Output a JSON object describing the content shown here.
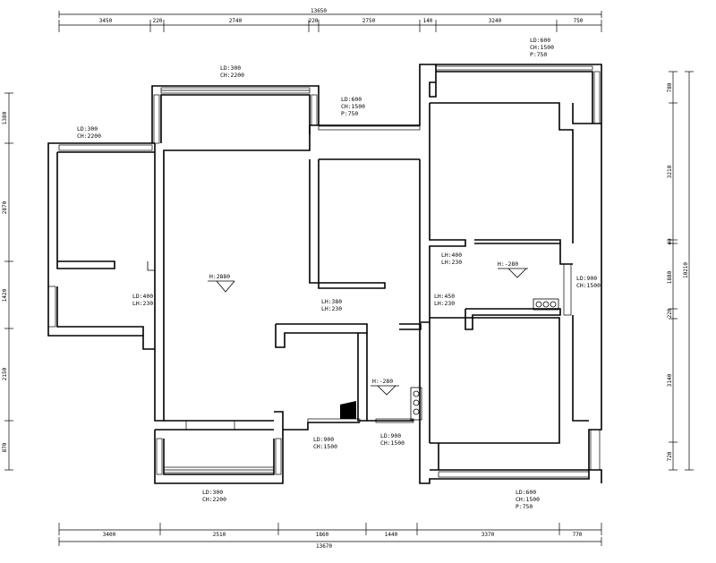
{
  "dimensions": {
    "top_overall": "13650",
    "top_segments": [
      "3450",
      "220",
      "2740",
      "220",
      "2750",
      "140",
      "3240",
      "750"
    ],
    "bottom_overall": "13670",
    "bottom_segments": [
      "3400",
      "2510",
      "1860",
      "1440",
      "3370",
      "770"
    ],
    "left_segments": [
      "1380",
      "2870",
      "1420",
      "2150",
      "870"
    ],
    "right_overall": "10210",
    "right_segments": [
      "780",
      "3210",
      "40",
      "1880",
      "220",
      "3140",
      "720"
    ]
  },
  "labels": {
    "top_balcony_left": [
      "LD:300",
      "CH:2200"
    ],
    "top_window_mid": [
      "LD:600",
      "CH:1500",
      "P:750"
    ],
    "top_bay_right": [
      "LD:600",
      "CH:1500",
      "P:750"
    ],
    "left_room_window": [
      "LD:300",
      "CH:2200"
    ],
    "living_height": "H:2880",
    "living_opening": [
      "LD:400",
      "LH:230"
    ],
    "corridor_opening": [
      "LH:380",
      "LH:230"
    ],
    "kitchen_opening": [
      "LH:400",
      "LH:230"
    ],
    "kitchen_height": "H:-280",
    "bath_opening": [
      "LH:450",
      "LH:230"
    ],
    "right_window": [
      "LD:900",
      "CH:1500"
    ],
    "bath_height": "H:-280",
    "bottom_win_1": [
      "LD:900",
      "CH:1500"
    ],
    "bottom_win_2": [
      "LD:900",
      "CH:1500"
    ],
    "bottom_balcony": [
      "LD:300",
      "CH:2200"
    ],
    "bottom_bay_right": [
      "LD:600",
      "CH:1500",
      "P:750"
    ]
  }
}
